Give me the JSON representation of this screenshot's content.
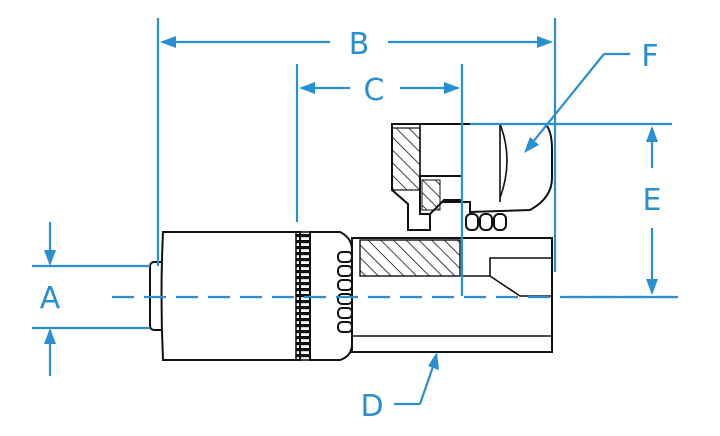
{
  "diagram": {
    "labels": {
      "A": "A",
      "B": "B",
      "C": "C",
      "D": "D",
      "E": "E",
      "F": "F"
    },
    "colors": {
      "dimension": "#2a8fd0",
      "outline": "#111111",
      "background": "#ffffff"
    }
  }
}
